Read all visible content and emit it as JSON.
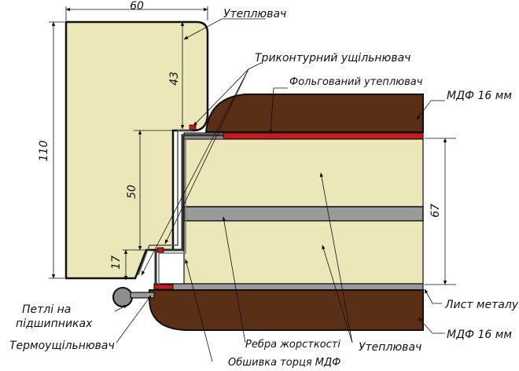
{
  "labels": {
    "insulation_top": "Утеплювач",
    "triple_seal": "Триконтурний  ущільнювач",
    "foil_insulation": "Фольгований утеплювач",
    "mdf_top": "МДФ 16 мм",
    "hinges_line1": "Петлі на",
    "hinges_line2": "підшипниках",
    "thermo_seal": "Термоущільнювач",
    "metal_sheet": "Лист металу",
    "mdf_bottom": "МДФ 16 мм",
    "stiffener_ribs": "Ребра жорсткості",
    "insulation_bottom": "Утеплювач",
    "edge_cladding": "Обшивка торця МДФ"
  },
  "dimensions": {
    "width_top": "60",
    "height_left": "110",
    "dim_43": "43",
    "dim_50": "50",
    "dim_17": "17",
    "dim_67": "67"
  },
  "colors": {
    "frame_fill": "#ece7b9",
    "panel_fill": "#ece7b9",
    "mdf_fill": "#5a2f16",
    "metal_fill": "#9a9a9a",
    "foil_fill": "#c41b1b",
    "hinge_fill": "#8d8d8d",
    "outline": "#111111"
  }
}
